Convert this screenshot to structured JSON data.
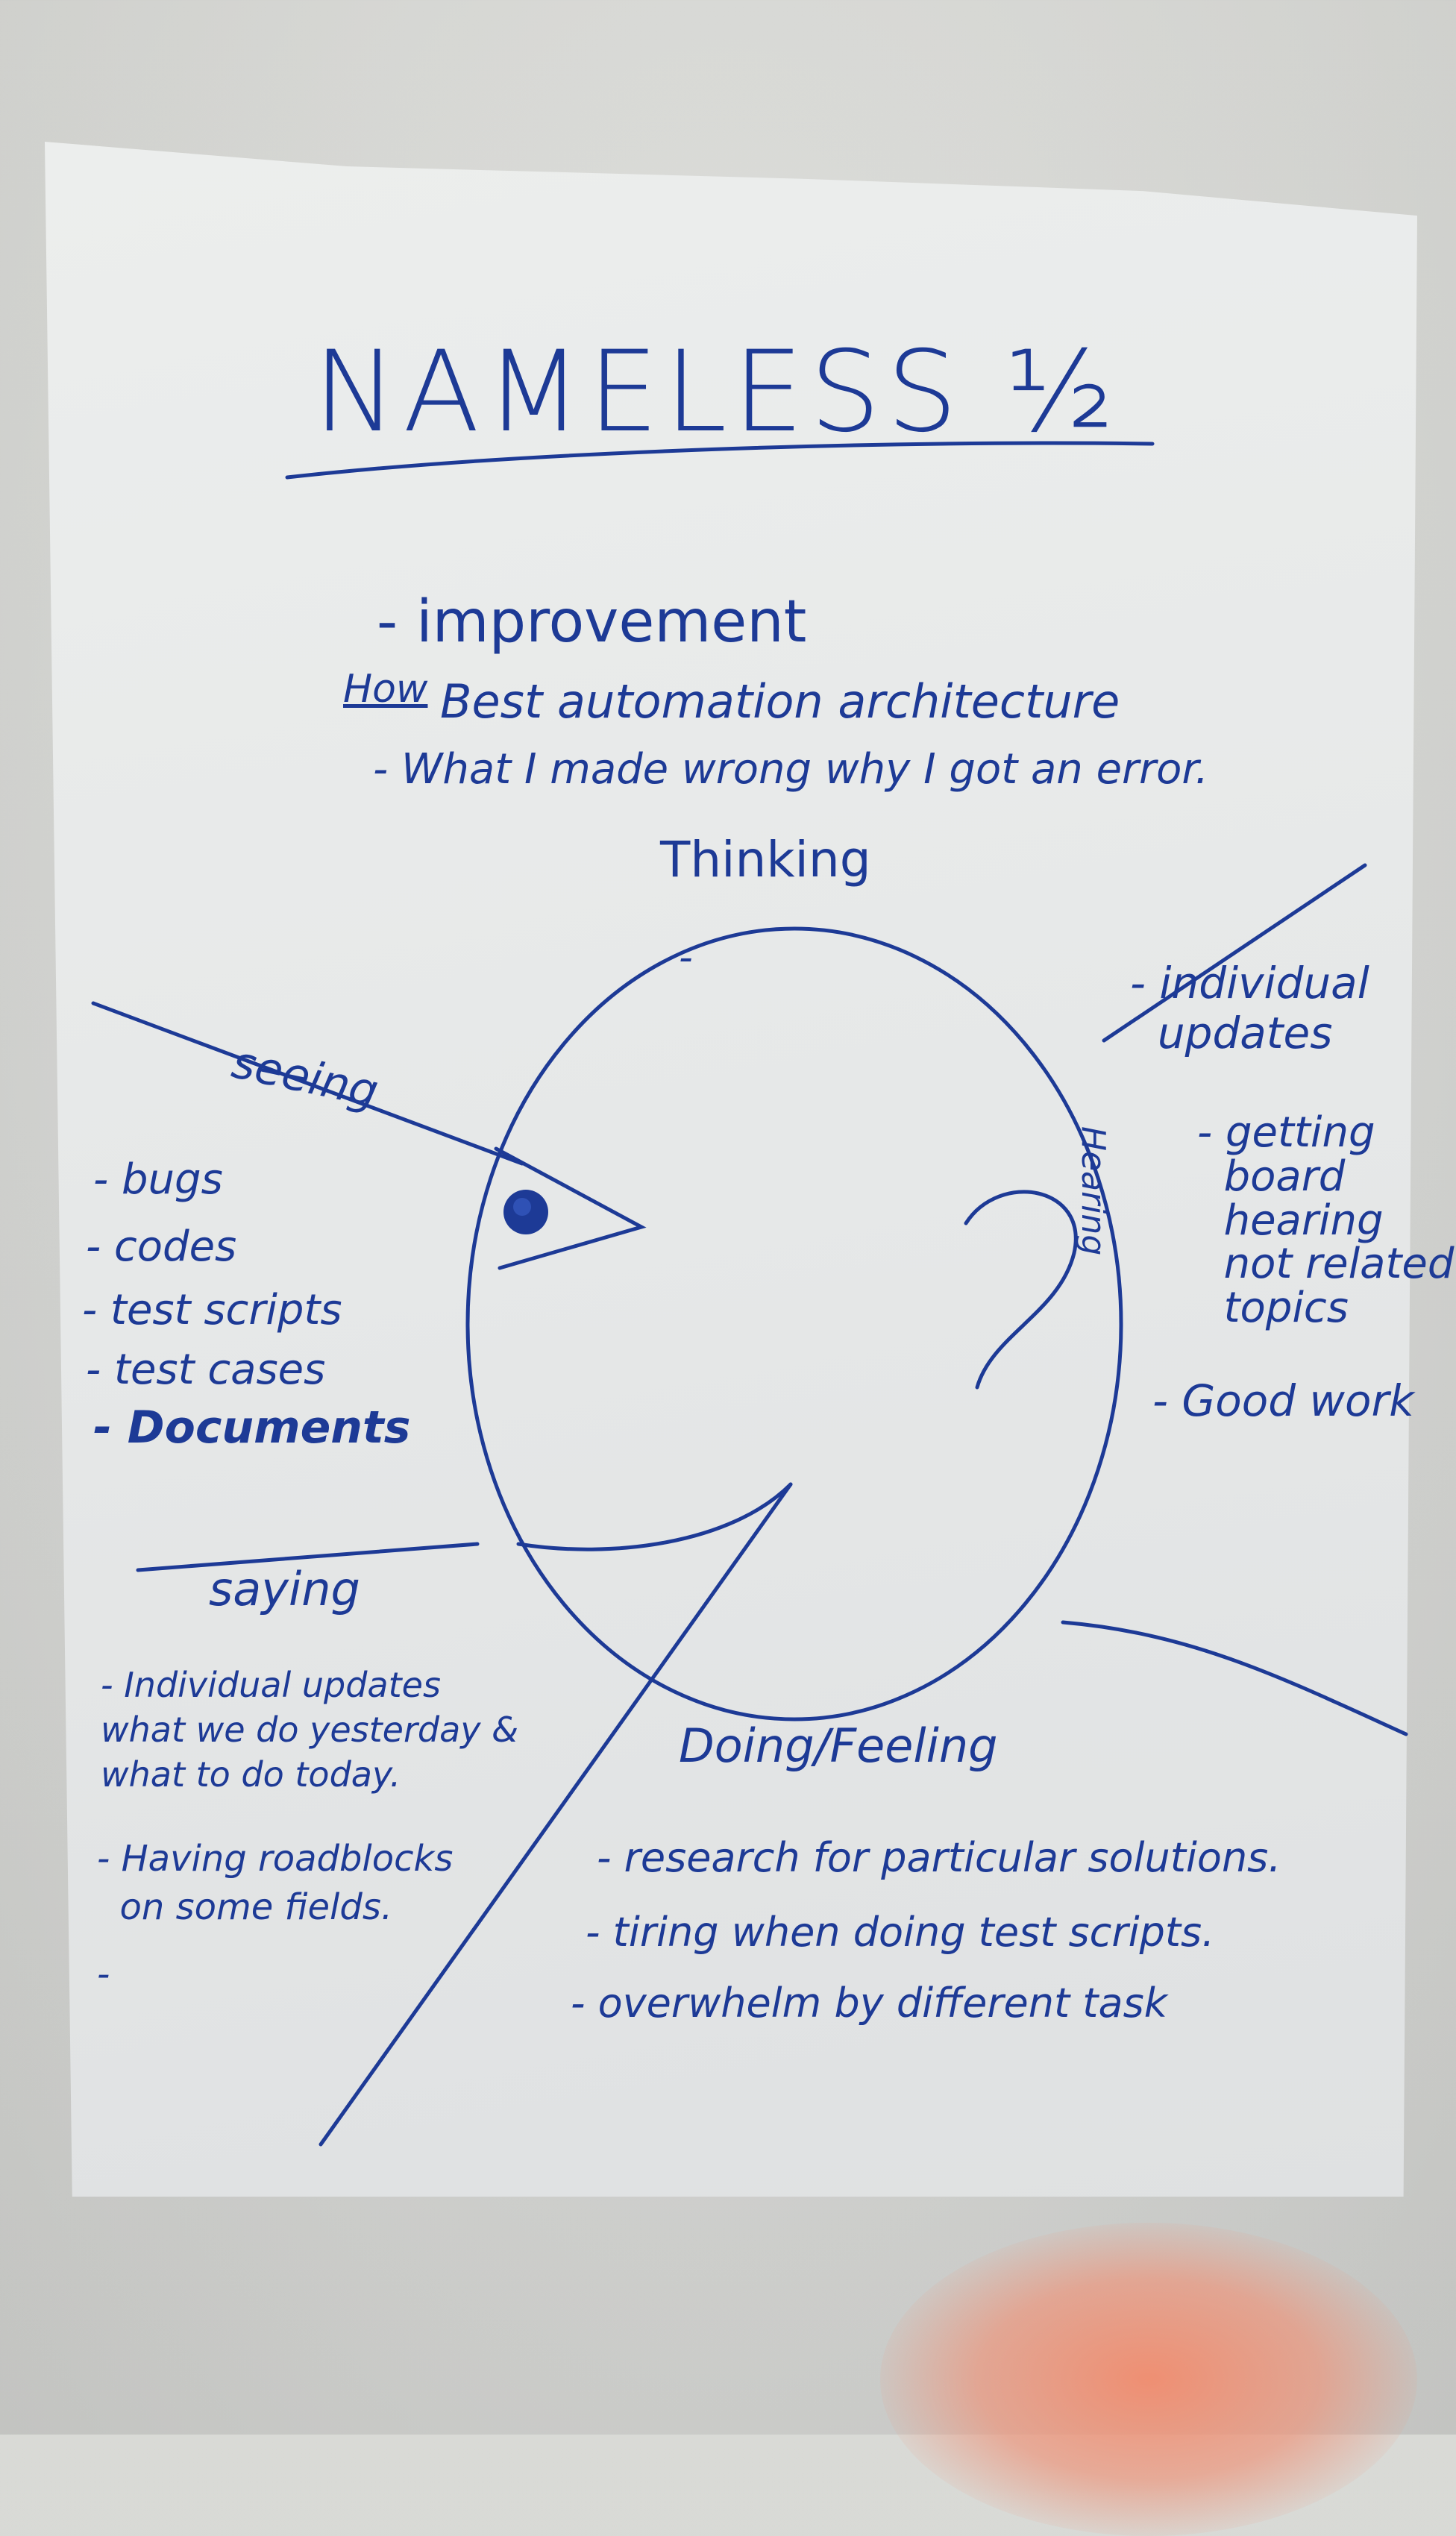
{
  "title": "NAMELESS ½",
  "top_notes": {
    "how_label": "How",
    "items": [
      "- improvement",
      "Best automation architecture",
      "- What I made wrong why I got an error."
    ]
  },
  "sections": {
    "thinking": {
      "label": "Thinking",
      "items": [
        "-"
      ]
    },
    "seeing": {
      "label": "seeing",
      "items": [
        "- bugs",
        "- codes",
        "- test scripts",
        "- test cases",
        "- Documents"
      ]
    },
    "hearing": {
      "label": "Hearing",
      "items": [
        "- individual\n  updates",
        "- getting\n  board\n  hearing\n  not related\n  topics",
        "- Good work"
      ]
    },
    "saying": {
      "label": "saying",
      "items": [
        "- Individual updates\nwhat we do yesterday &\nwhat to do today.",
        "- Having roadblocks\n  on some fields.",
        "-"
      ]
    },
    "doing_feeling": {
      "label": "Doing/Feeling",
      "items": [
        "- research for particular solutions.",
        "- tiring when doing test scripts.",
        "- overwhelm by different task"
      ]
    }
  },
  "colors": {
    "ink": "#1d3a96",
    "paper": "#e7e9e9",
    "wall": "#d6d7d4",
    "glare": "#f08c6e"
  }
}
